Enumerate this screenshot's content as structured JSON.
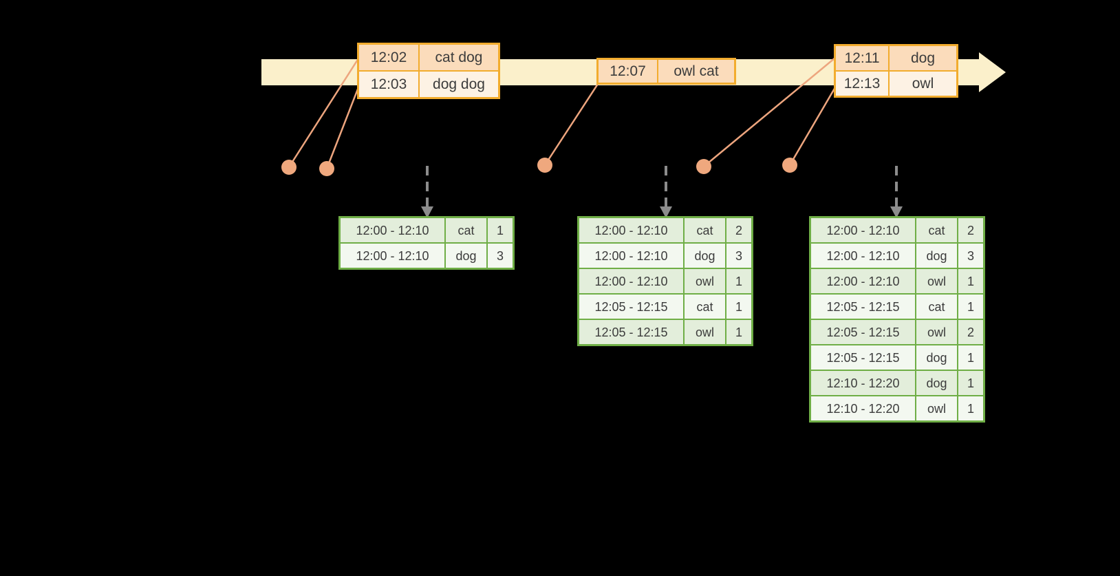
{
  "diagram": {
    "kind": "windowed-grouped-aggregation-timeline",
    "colors": {
      "background": "#000000",
      "timeline_fill": "#FBF0CB",
      "event_table_border": "#F2AC2E",
      "event_row_dark": "#FBDCBB",
      "event_row_light": "#FDF2E4",
      "connector_and_dots": "#EDA57E",
      "trigger_arrow": "#8C8C8C",
      "result_table_border": "#6FAE46",
      "result_row_dark": "#E3EEDB",
      "result_row_light": "#F3F8F0",
      "text": "#3C3C3C"
    },
    "icons": {
      "timeline_arrowhead": "right-arrowhead",
      "trigger_arrowhead": "down-arrowhead",
      "event_dot": "circle-marker"
    }
  },
  "event_tables": [
    {
      "rows": [
        {
          "time": "12:02",
          "words": "cat dog"
        },
        {
          "time": "12:03",
          "words": "dog dog"
        }
      ]
    },
    {
      "rows": [
        {
          "time": "12:07",
          "words": "owl cat"
        }
      ]
    },
    {
      "rows": [
        {
          "time": "12:11",
          "words": "dog"
        },
        {
          "time": "12:13",
          "words": "owl"
        }
      ]
    }
  ],
  "result_tables": [
    {
      "rows": [
        {
          "window": "12:00 - 12:10",
          "word": "cat",
          "count": "1"
        },
        {
          "window": "12:00 - 12:10",
          "word": "dog",
          "count": "3"
        }
      ]
    },
    {
      "rows": [
        {
          "window": "12:00 - 12:10",
          "word": "cat",
          "count": "2"
        },
        {
          "window": "12:00 - 12:10",
          "word": "dog",
          "count": "3"
        },
        {
          "window": "12:00 - 12:10",
          "word": "owl",
          "count": "1"
        },
        {
          "window": "12:05 - 12:15",
          "word": "cat",
          "count": "1"
        },
        {
          "window": "12:05 - 12:15",
          "word": "owl",
          "count": "1"
        }
      ]
    },
    {
      "rows": [
        {
          "window": "12:00 - 12:10",
          "word": "cat",
          "count": "2"
        },
        {
          "window": "12:00 - 12:10",
          "word": "dog",
          "count": "3"
        },
        {
          "window": "12:00 - 12:10",
          "word": "owl",
          "count": "1"
        },
        {
          "window": "12:05 - 12:15",
          "word": "cat",
          "count": "1"
        },
        {
          "window": "12:05 - 12:15",
          "word": "owl",
          "count": "2"
        },
        {
          "window": "12:05 - 12:15",
          "word": "dog",
          "count": "1"
        },
        {
          "window": "12:10 - 12:20",
          "word": "dog",
          "count": "1"
        },
        {
          "window": "12:10 - 12:20",
          "word": "owl",
          "count": "1"
        }
      ]
    }
  ]
}
